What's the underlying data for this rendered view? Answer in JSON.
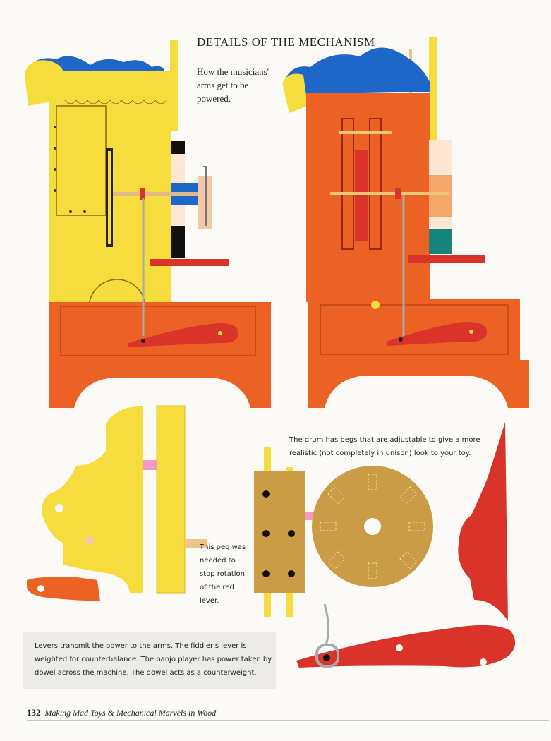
{
  "header": {
    "title": "DETAILS OF THE MECHANISM",
    "subtitle": "How the musicians' arms get to be powered."
  },
  "captions": {
    "drum": "The drum has pegs that are adjustable to give a more realistic (not completely in unison) look to your toy.",
    "peg": "This peg was needed to stop rotation of the red lever.",
    "levers": "Levers transmit the power to the arms. The fiddler's lever is weighted for counterbalance. The banjo player has power taken by dowel across the machine. The dowel acts as a counterweight."
  },
  "footer": {
    "page_number": "132",
    "book_title": "Making Mad Toys & Mechanical Marvels in Wood"
  },
  "colors": {
    "yellow": "#f6dc3c",
    "orange": "#ec6124",
    "red": "#d9332a",
    "blue": "#1f66c9",
    "gold": "#c99c45",
    "pink": "#f29ac6",
    "caption_box": "#ecebe8"
  }
}
